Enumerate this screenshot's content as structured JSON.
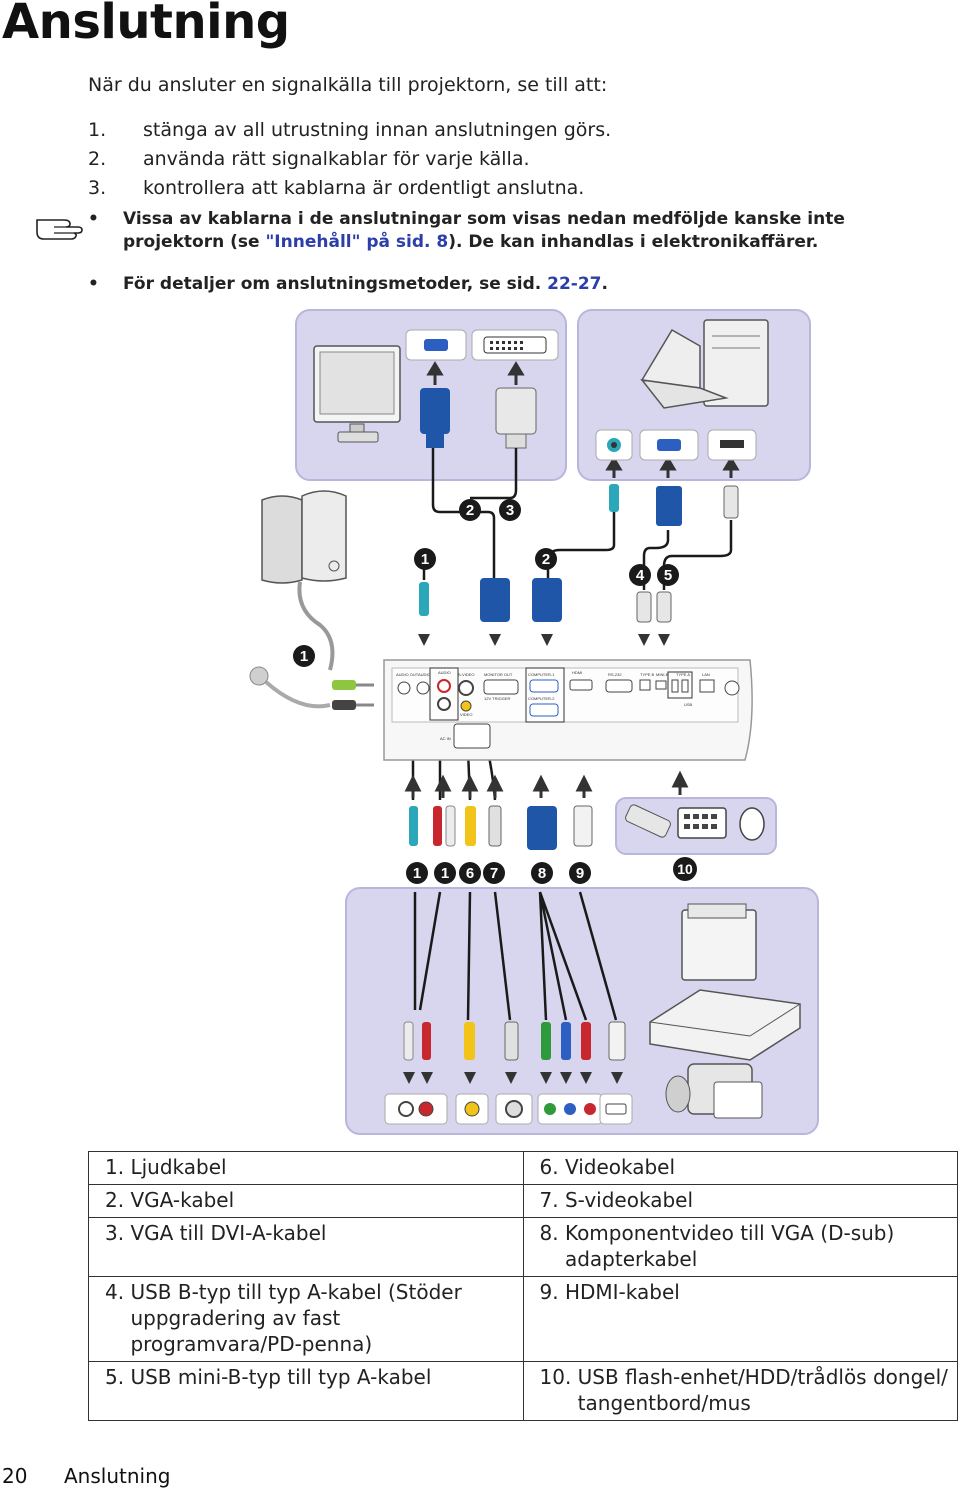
{
  "page": {
    "title": "Anslutning",
    "intro": "När du ansluter en signalkälla till projektorn, se till att:",
    "steps": [
      {
        "num": "1.",
        "text": "stänga av all utrustning innan anslutningen görs."
      },
      {
        "num": "2.",
        "text": "använda rätt signalkablar för varje källa."
      },
      {
        "num": "3.",
        "text": "kontrollera att kablarna är ordentligt anslutna."
      }
    ],
    "notes": [
      {
        "bullet": "•",
        "pre": "Vissa av kablarna i de anslutningar som visas nedan medföljde kanske inte projektorn (se ",
        "link": "\"Innehåll\" på sid. 8",
        "post": "). De kan inhandlas i elektronikaffärer."
      },
      {
        "bullet": "•",
        "pre": "För detaljer om anslutningsmetoder, se sid. ",
        "link": "22-27",
        "post": "."
      }
    ]
  },
  "diagram": {
    "callouts": [
      "1",
      "2",
      "3",
      "4",
      "5",
      "6",
      "7",
      "8",
      "9",
      "10"
    ],
    "port_labels": [
      "AUDIO OUT",
      "AUDIO",
      "AUDIO",
      "S-VIDEO",
      "MONITOR OUT",
      "COMPUTER-1",
      "HDMI",
      "RS-232",
      "TYPE B",
      "MINI-B",
      "TYPE A",
      "LAN",
      "COMPUTER-2",
      "12V TRIGGER",
      "VIDEO",
      "AC IN",
      "USB"
    ],
    "colors": {
      "panel": "#d8d6ee",
      "panel_border": "#b9b6dc",
      "vga_blue": "#1f56a8",
      "cable": "#1a1a1a",
      "badge": "#1a1a1a",
      "rca_red": "#c8282d",
      "rca_white": "#ececec",
      "rca_yellow": "#f2c419",
      "comp_green": "#2f9a3a",
      "comp_blue": "#2d5ec2",
      "audio_teal": "#2aa7b8",
      "audio_green": "#8ec63f"
    }
  },
  "legend": [
    [
      {
        "num": "1. ",
        "text": "Ljudkabel"
      },
      {
        "num": "6. ",
        "text": "Videokabel"
      }
    ],
    [
      {
        "num": "2. ",
        "text": "VGA-kabel"
      },
      {
        "num": "7. ",
        "text": "S-videokabel"
      }
    ],
    [
      {
        "num": "3. ",
        "text": "VGA till DVI-A-kabel"
      },
      {
        "num": "8. ",
        "text": "Komponentvideo till VGA (D-sub) adapterkabel"
      }
    ],
    [
      {
        "num": "4. ",
        "text": "USB B-typ till typ A-kabel (Stöder uppgradering av fast programvara/PD-penna)"
      },
      {
        "num": "9. ",
        "text": "HDMI-kabel"
      }
    ],
    [
      {
        "num": "5. ",
        "text": "USB mini-B-typ till typ A-kabel"
      },
      {
        "num": "10. ",
        "text": "USB flash-enhet/HDD/trådlös dongel/ tangentbord/mus"
      }
    ]
  ],
  "footer": {
    "page_number": "20",
    "section": "Anslutning"
  }
}
